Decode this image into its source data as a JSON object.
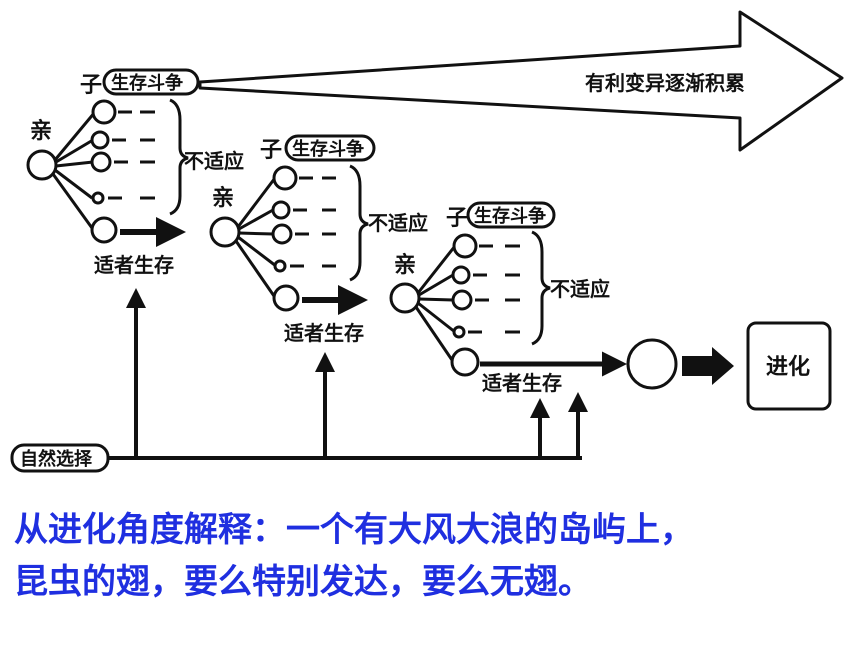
{
  "diagram": {
    "arrow_label": "有利变异逐渐积累",
    "groups": [
      {
        "parent_label": "亲",
        "offspring_label": "子",
        "struggle_label": "生存斗争",
        "unfit_label": "不适应",
        "survivor_label": "适者生存"
      },
      {
        "parent_label": "亲",
        "offspring_label": "子",
        "struggle_label": "生存斗争",
        "unfit_label": "不适应",
        "survivor_label": "适者生存"
      },
      {
        "parent_label": "亲",
        "offspring_label": "子",
        "struggle_label": "生存斗争",
        "unfit_label": "不适应",
        "survivor_label": "适者生存"
      }
    ],
    "natural_selection_label": "自然选择",
    "evolution_label": "进化"
  },
  "caption": {
    "line1": "从进化角度解释：一个有大风大浪的岛屿上，",
    "line2": "昆虫的翅，要么特别发达，要么无翅。"
  },
  "colors": {
    "ink": "#111111",
    "caption": "#1f2fe0"
  }
}
